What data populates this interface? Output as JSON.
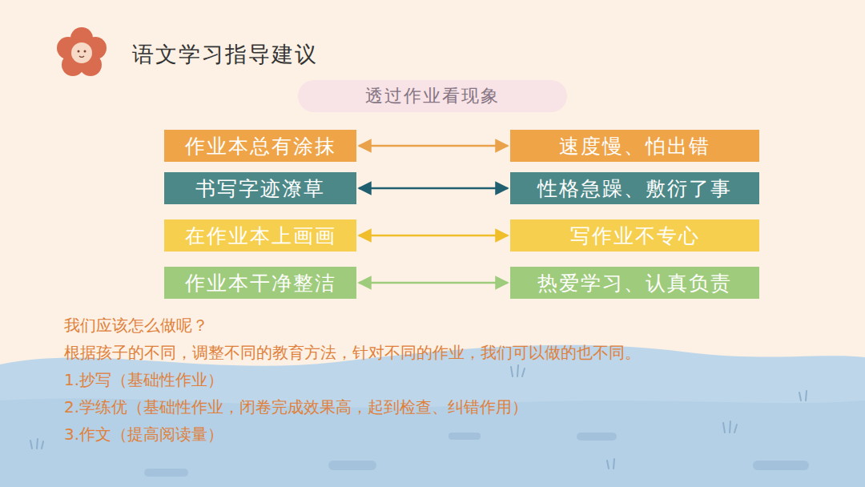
{
  "diagram": {
    "title": "语文学习指导建议",
    "nodes": [
      {
        "text": [
          "透过作业看现象"
        ]
      },
      {
        "text": [
          "作业本总有涂抹"
        ]
      },
      {
        "text": [
          "速度慢、怕出错"
        ]
      },
      {
        "text": [
          "书写字迹潦草"
        ]
      },
      {
        "text": [
          "性格急躁、敷衍了事"
        ]
      },
      {
        "text": [
          "在作业本上画画"
        ]
      },
      {
        "text": [
          "写作业不专心"
        ]
      },
      {
        "text": [
          "作业本干净整洁"
        ]
      },
      {
        "text": [
          "热爱学习、认真负责"
        ]
      }
    ],
    "edges": [
      {
        "from": 1,
        "to": 2,
        "arrow": "both"
      },
      {
        "from": 3,
        "to": 4,
        "arrow": "both"
      },
      {
        "from": 5,
        "to": 6,
        "arrow": "both"
      },
      {
        "from": 7,
        "to": 8,
        "arrow": "both"
      }
    ],
    "labels": [
      "我们应该怎么做呢？",
      "根据孩子的不同，调整不同的教育方法，针对不同的作业，我们可以做的也不同。",
      "1.抄写（基础性作业）",
      "2.学练优（基础性作业，闭卷完成效果高，起到检查、纠错作用）",
      "3.作文（提高阅读量）"
    ]
  }
}
